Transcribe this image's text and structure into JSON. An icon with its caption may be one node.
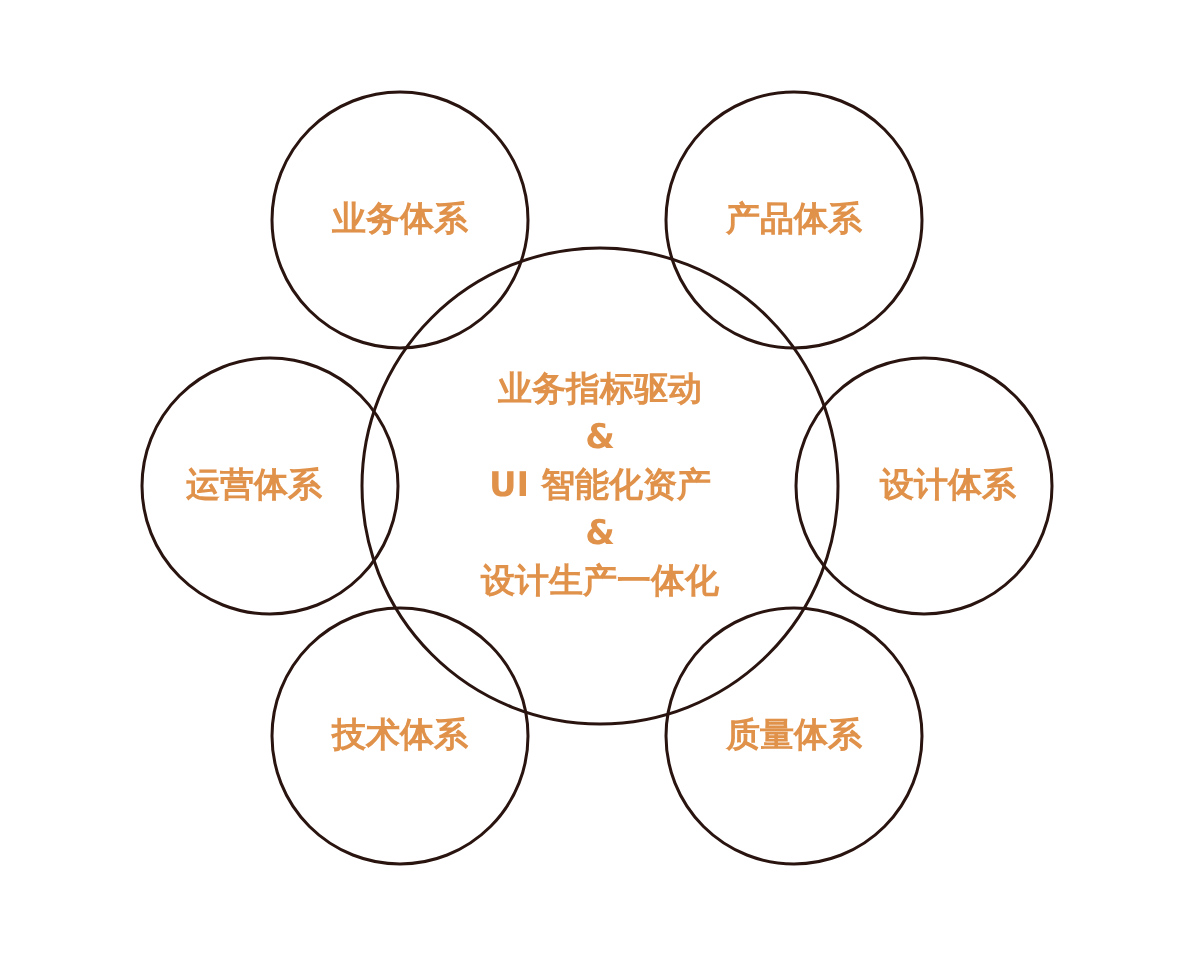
{
  "diagram": {
    "nodes": [
      {
        "text": [
          "业务指标驱动",
          "&",
          "UI 智能化资产",
          "&",
          "设计生产一体化"
        ]
      },
      {
        "text": [
          "业务体系"
        ]
      },
      {
        "text": [
          "产品体系"
        ]
      },
      {
        "text": [
          "运营体系"
        ]
      },
      {
        "text": [
          "设计体系"
        ]
      },
      {
        "text": [
          "技术体系"
        ]
      },
      {
        "text": [
          "质量体系"
        ]
      }
    ]
  }
}
